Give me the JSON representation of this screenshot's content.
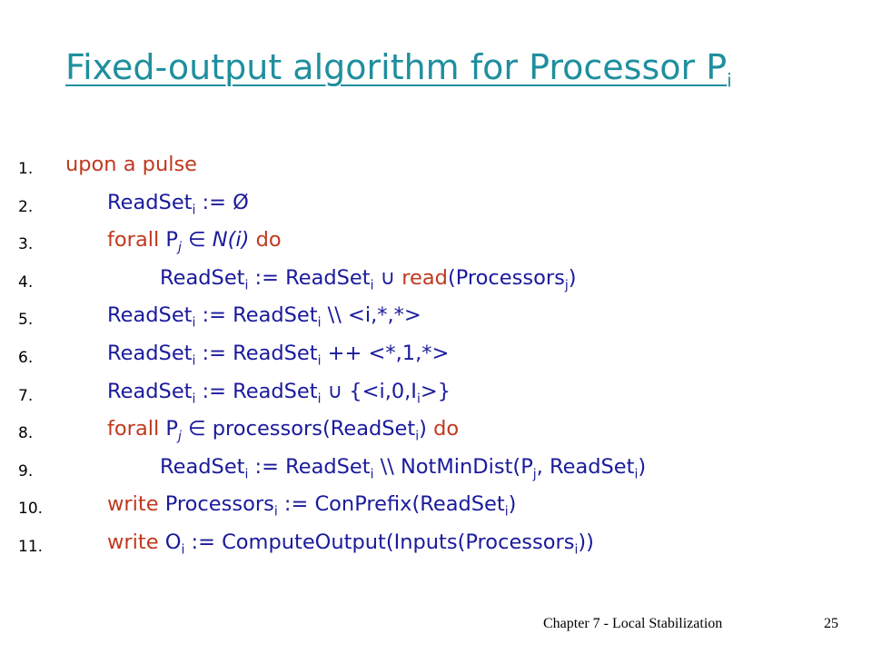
{
  "title": {
    "text": "Fixed-output algorithm for Processor P",
    "sub": "i"
  },
  "lines": [
    {
      "num": "1.",
      "indent": 0,
      "parts": [
        {
          "t": "upon a pulse",
          "k": 1
        }
      ]
    },
    {
      "num": "2.",
      "indent": 1,
      "parts": [
        {
          "t": "ReadSet"
        },
        {
          "s": "i"
        },
        {
          "t": " := Ø"
        }
      ]
    },
    {
      "num": "3.",
      "indent": 1,
      "parts": [
        {
          "t": "forall",
          "k": 1
        },
        {
          "t": " P"
        },
        {
          "s": "j",
          "i": 1
        },
        {
          "t": " ∈ "
        },
        {
          "t": "N(i)",
          "i": 1
        },
        {
          "t": "  "
        },
        {
          "t": "do",
          "k": 1
        }
      ]
    },
    {
      "num": "4.",
      "indent": 2,
      "parts": [
        {
          "t": "ReadSet"
        },
        {
          "s": "i"
        },
        {
          "t": " := ReadSet"
        },
        {
          "s": "i"
        },
        {
          "t": " ∪ "
        },
        {
          "t": "read",
          "k": 1
        },
        {
          "t": "(Processors"
        },
        {
          "s": "j"
        },
        {
          "t": ")"
        }
      ]
    },
    {
      "num": "5.",
      "indent": 1,
      "parts": [
        {
          "t": "ReadSet"
        },
        {
          "s": "i"
        },
        {
          "t": " := ReadSet"
        },
        {
          "s": "i"
        },
        {
          "t": " \\\\ <i,*,*>"
        }
      ]
    },
    {
      "num": "6.",
      "indent": 1,
      "parts": [
        {
          "t": "ReadSet"
        },
        {
          "s": "i"
        },
        {
          "t": " := ReadSet"
        },
        {
          "s": "i"
        },
        {
          "t": " ++ <*,1,*>"
        }
      ]
    },
    {
      "num": "7.",
      "indent": 1,
      "parts": [
        {
          "t": "ReadSet"
        },
        {
          "s": "i"
        },
        {
          "t": " := ReadSet"
        },
        {
          "s": "i"
        },
        {
          "t": " ∪ {<i,0,I"
        },
        {
          "s": "i"
        },
        {
          "t": ">}"
        }
      ]
    },
    {
      "num": "8.",
      "indent": 1,
      "parts": [
        {
          "t": "forall",
          "k": 1
        },
        {
          "t": " P"
        },
        {
          "s": "j",
          "i": 1
        },
        {
          "t": " ∈ processors(ReadSet"
        },
        {
          "s": "i"
        },
        {
          "t": ") "
        },
        {
          "t": "do",
          "k": 1
        }
      ]
    },
    {
      "num": "9.",
      "indent": 2,
      "parts": [
        {
          "t": "ReadSet"
        },
        {
          "s": "i"
        },
        {
          "t": " := ReadSet"
        },
        {
          "s": "i"
        },
        {
          "t": " \\\\ NotMinDist(P"
        },
        {
          "s": "j"
        },
        {
          "t": ", ReadSet"
        },
        {
          "s": "i"
        },
        {
          "t": ")"
        }
      ]
    },
    {
      "num": "10.",
      "indent": 1,
      "parts": [
        {
          "t": "write",
          "k": 1
        },
        {
          "t": " Processors"
        },
        {
          "s": "i"
        },
        {
          "t": " := ConPrefix(ReadSet"
        },
        {
          "s": "i"
        },
        {
          "t": ")"
        }
      ]
    },
    {
      "num": "11.",
      "indent": 1,
      "parts": [
        {
          "t": "write",
          "k": 1
        },
        {
          "t": " O"
        },
        {
          "s": "i"
        },
        {
          "t": " := ComputeOutput(Inputs(Processors"
        },
        {
          "s": "i"
        },
        {
          "t": "))"
        }
      ]
    }
  ],
  "footer": {
    "chapter": "Chapter 7 - Local Stabilization",
    "page": "25"
  }
}
